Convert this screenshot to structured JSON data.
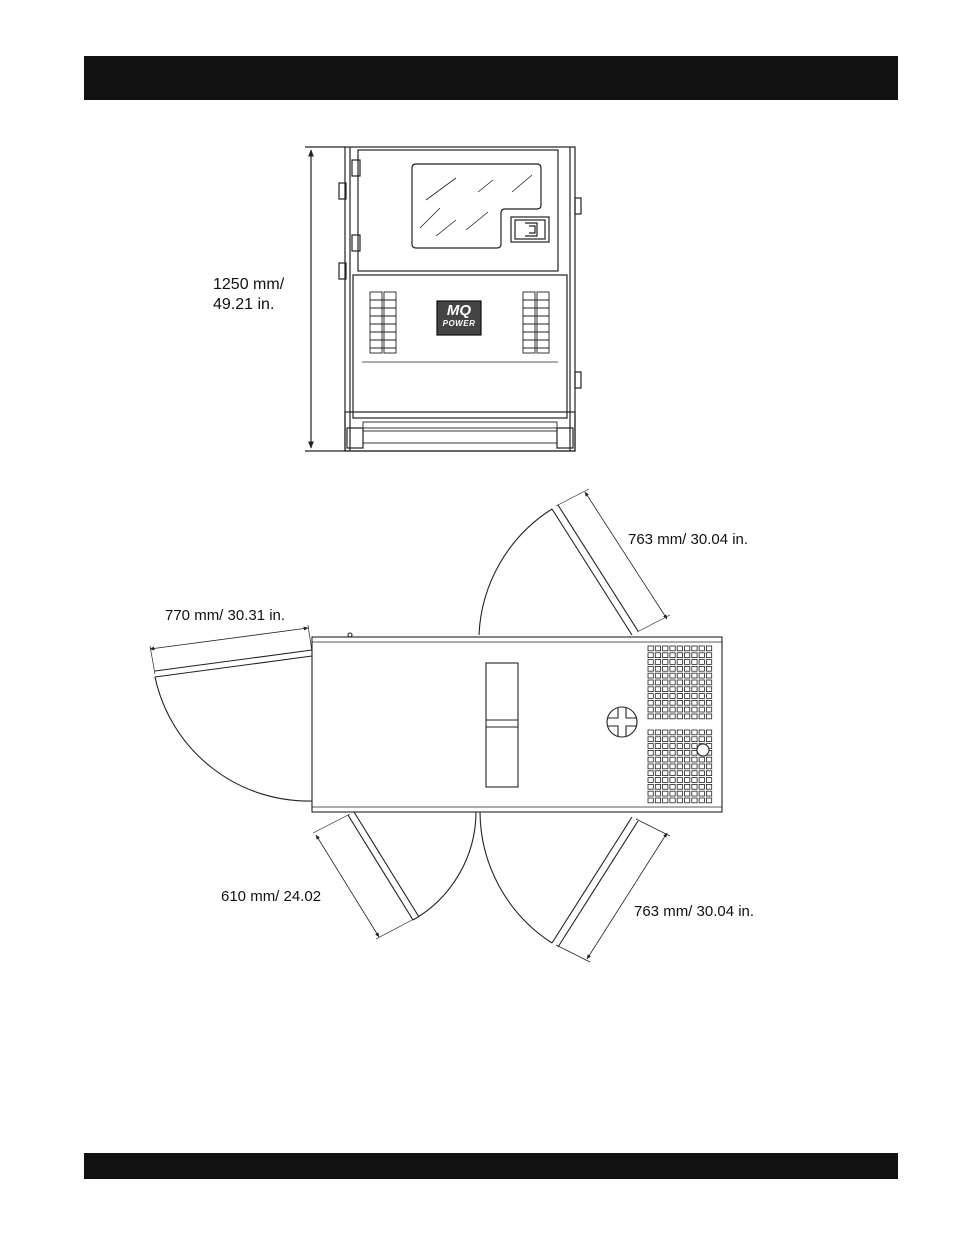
{
  "front_view": {
    "height_label": "1250 mm/\n49.21 in.",
    "logo": {
      "line1": "MQ",
      "line2": "POWER"
    }
  },
  "top_view": {
    "door_labels": {
      "upper_right": "763 mm/ 30.04 in.",
      "upper_left": "770 mm/ 30.31 in.",
      "lower_left": "610 mm/ 24.02",
      "lower_right": "763 mm/ 30.04 in."
    }
  },
  "colors": {
    "header_bar": "#111111",
    "line": "#222222"
  }
}
